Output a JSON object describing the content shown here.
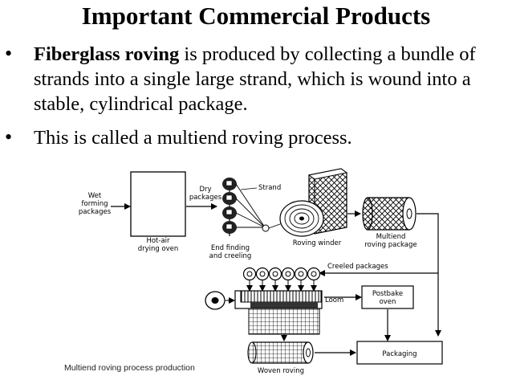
{
  "slide": {
    "title": "Important Commercial Products",
    "bullet_symbol": "•",
    "bullet1_bold": "Fiberglass roving",
    "bullet1_rest": " is produced by collecting a bundle of strands into a single large strand, which is wound into a stable, cylindrical package.",
    "bullet2": "This is called a multiend roving process."
  },
  "diagram": {
    "wet1": "Wet",
    "wet2": "forming",
    "wet3": "packages",
    "oven1": "Hot-air",
    "oven2": "drying oven",
    "dry1": "Dry",
    "dry2": "packages",
    "strand": "Strand",
    "end1": "End finding",
    "end2": "and creeling",
    "winder": "Roving winder",
    "multi1": "Multiend",
    "multi2": "roving package",
    "creeled": "Creeled packages",
    "postbake1": "Postbake",
    "postbake2": "oven",
    "loom": "Loom",
    "packaging": "Packaging",
    "woven": "Woven roving"
  },
  "caption": "Multiend roving process production"
}
